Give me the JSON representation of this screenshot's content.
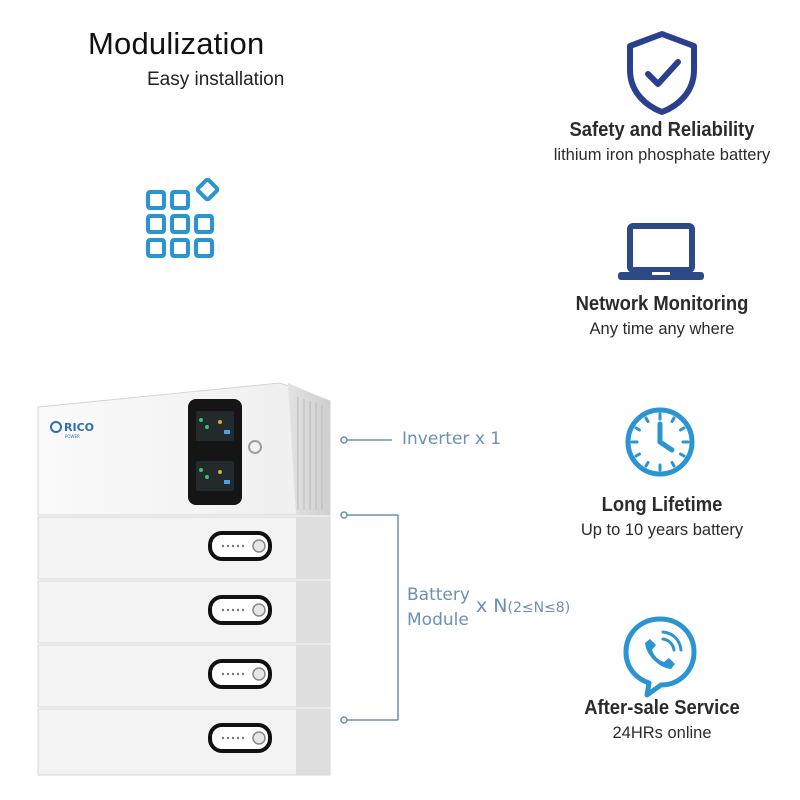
{
  "hero": {
    "title": "Modulization",
    "subtitle": "Easy installation",
    "icon": "modular-grid-icon"
  },
  "features": [
    {
      "icon": "shield-check-icon",
      "title": "Safety and Reliability",
      "subtitle": "lithium iron phosphate battery"
    },
    {
      "icon": "laptop-icon",
      "title": "Network Monitoring",
      "subtitle": "Any time any where"
    },
    {
      "icon": "clock-icon",
      "title": "Long Lifetime",
      "subtitle": "Up to 10 years battery"
    },
    {
      "icon": "phone-bubble-icon",
      "title": "After-sale Service",
      "subtitle": "24HRs online"
    }
  ],
  "callouts": {
    "inverter": "Inverter x 1",
    "battery_line1": "Battery",
    "battery_line2": "Module",
    "battery_multiplier": "x N",
    "battery_range": "(2≤N≤8)"
  },
  "product": {
    "brand": "RICO",
    "brand_sub": "POWER"
  },
  "colors": {
    "icon_blue": "#2a95d0",
    "shield_navy": "#2b3f8f",
    "laptop_navy": "#2d4a86",
    "callout_blue": "#6b8fb5"
  }
}
